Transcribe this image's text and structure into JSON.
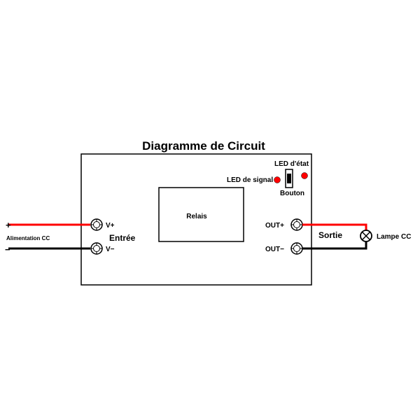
{
  "title": "Diagramme de Circuit",
  "labels": {
    "led_etat": "LED d'état",
    "led_signal": "LED de signal",
    "bouton": "Bouton",
    "relais": "Relais",
    "v_plus": "V+",
    "v_minus": "V−",
    "entree": "Entrée",
    "out_plus": "OUT+",
    "out_minus": "OUT−",
    "sortie": "Sortie",
    "lampe": "Lampe CC",
    "plus_sign": "+",
    "minus_sign": "−",
    "alimentation": "Alimentation CC"
  },
  "colors": {
    "positive_wire": "#ff0000",
    "negative_wire": "#000000",
    "led": "#ff0000",
    "outline": "#000000"
  },
  "icons": {
    "terminal": "screw-terminal-icon",
    "lamp": "lamp-icon",
    "led": "led-icon",
    "switch": "slide-switch-icon"
  }
}
